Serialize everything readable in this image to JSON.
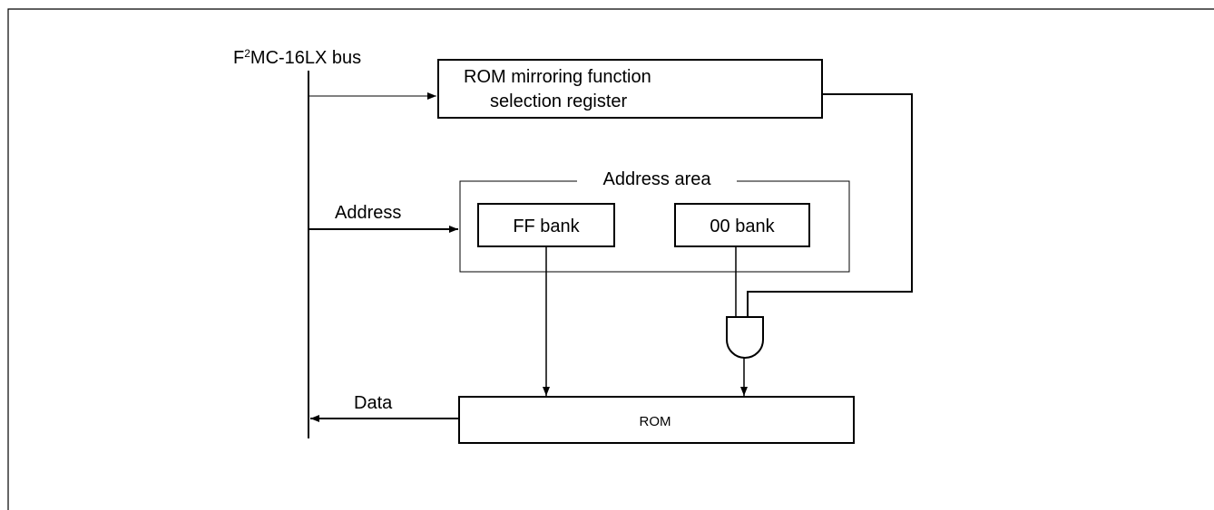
{
  "diagram": {
    "bus_label_prefix": "F",
    "bus_label_superscript": "2",
    "bus_label_suffix": "MC-16LX bus",
    "register_label_line1": "ROM mirroring function",
    "register_label_line2": "selection register",
    "address_area_label": "Address area",
    "ff_bank_label": "FF bank",
    "bank00_label": "00 bank",
    "rom_label": "ROM",
    "address_signal_label": "Address",
    "data_signal_label": "Data"
  }
}
